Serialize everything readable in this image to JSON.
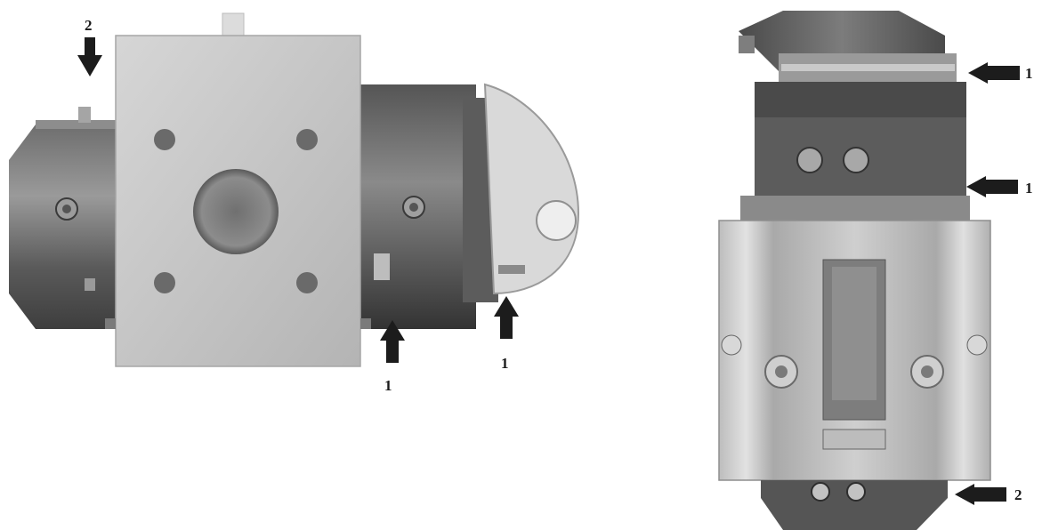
{
  "figure": {
    "left_view": {
      "callouts": [
        {
          "text": "2"
        },
        {
          "text": "1"
        },
        {
          "text": "1"
        }
      ]
    },
    "right_view": {
      "callouts": [
        {
          "text": "1"
        },
        {
          "text": "1"
        },
        {
          "text": "2"
        }
      ]
    }
  },
  "colors": {
    "background": "#ffffff",
    "arrow": "#1c1c1c",
    "dark_metal": "#4a4a4a",
    "mid_metal": "#7a7a7a",
    "light_metal": "#b9b9b9",
    "plate": "#c8c8c8"
  }
}
